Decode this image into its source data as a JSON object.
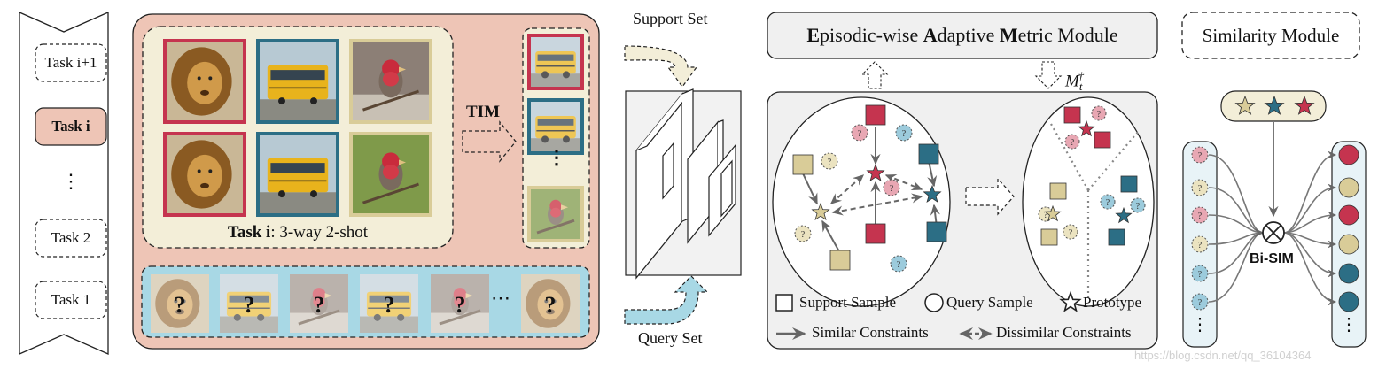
{
  "timeline": {
    "tasks": [
      "Task i+1",
      "Task i",
      "⋮",
      "Task 2",
      "Task 1"
    ],
    "active_task": "Task i"
  },
  "task_panel": {
    "caption_bold": "Task i",
    "caption_rest": ": 3-way 2-shot",
    "tim_label": "TIM",
    "support_classes": [
      "lion",
      "school-bus",
      "bird"
    ],
    "ellipsis": "⋯"
  },
  "backbone": {
    "support_label": "Support Set",
    "query_label": "Query Set"
  },
  "eam": {
    "title_parts": [
      {
        "text": "E",
        "bold": true
      },
      {
        "text": "pisodic-wise ",
        "bold": false
      },
      {
        "text": "A",
        "bold": true
      },
      {
        "text": "daptive ",
        "bold": false
      },
      {
        "text": "M",
        "bold": true
      },
      {
        "text": "etric Module",
        "bold": false
      }
    ],
    "metric_label": "M",
    "metric_sub": "t",
    "metric_sup": "†",
    "legend": {
      "support": "Support Sample",
      "query": "Query Sample",
      "prototype": "Prototype",
      "similar": "Similar Constraints",
      "dissimilar": "Dissimilar Constraints"
    }
  },
  "sim": {
    "title": "Similarity Module",
    "bisim": "Bi-SIM",
    "vdots": "⋮"
  },
  "watermark": "https://blog.csdn.net/qq_36104364",
  "colors": {
    "red": "#c5344f",
    "yellow": "#d9cc98",
    "blue": "#2c6e85",
    "salmon": "#eec5b6",
    "cream": "#f3eed8",
    "lightblue": "#a8d8e5",
    "panel_gray": "#f0f0f0",
    "pink_q": "#e8a7b3",
    "blue_q": "#9ccbdc",
    "yellow_q": "#ebe3c0"
  }
}
